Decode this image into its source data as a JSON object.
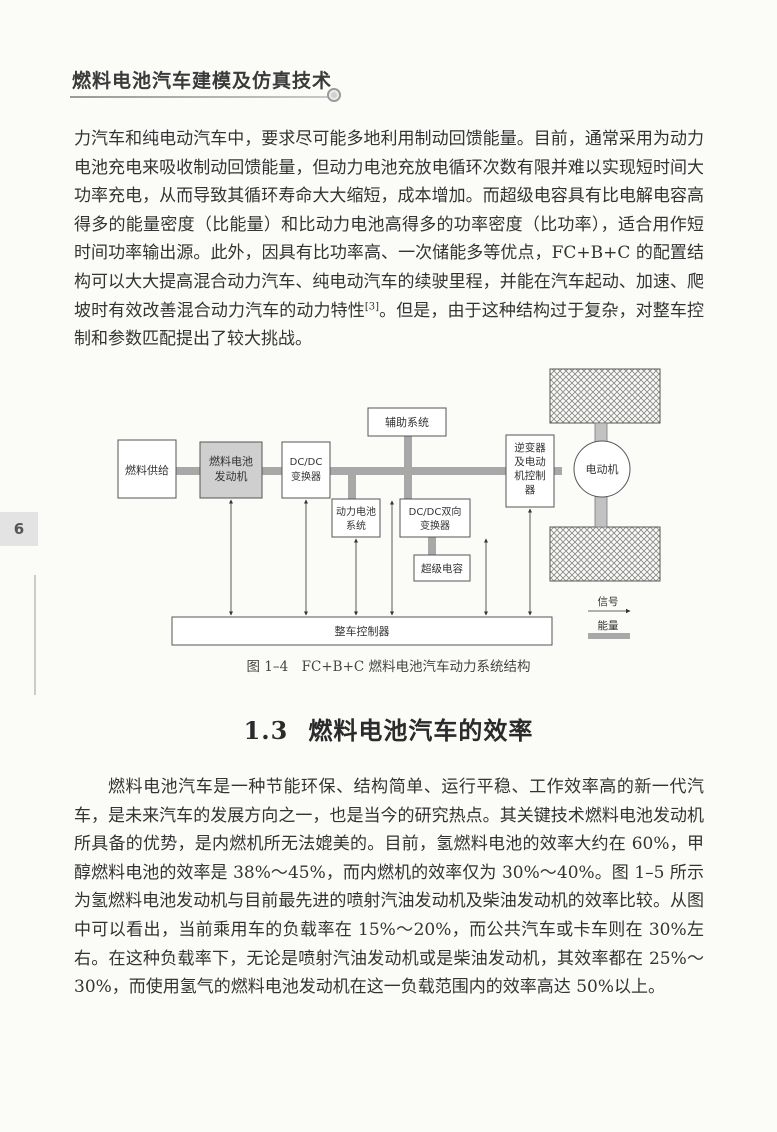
{
  "header": {
    "title": "燃料电池汽车建模及仿真技术"
  },
  "page": {
    "number": "6"
  },
  "paragraphs": {
    "p1": "力汽车和纯电动汽车中，要求尽可能多地利用制动回馈能量。目前，通常采用为动力电池充电来吸收制动回馈能量，但动力电池充放电循环次数有限并难以实现短时间大功率充电，从而导致其循环寿命大大缩短，成本增加。而超级电容具有比电解电容高得多的能量密度（比能量）和比动力电池高得多的功率密度（比功率），适合用作短时间功率输出源。此外，因具有比功率高、一次储能多等优点，FC+B+C 的配置结构可以大大提高混合动力汽车、纯电动汽车的续驶里程，并能在汽车起动、加速、爬坡时有效改善混合动力汽车的动力特性",
    "p1_ref": "[3]",
    "p1_tail": "。但是，由于这种结构过于复杂，对整车控制和参数匹配提出了较大挑战。",
    "p2": "燃料电池汽车是一种节能环保、结构简单、运行平稳、工作效率高的新一代汽车，是未来汽车的发展方向之一，也是当今的研究热点。其关键技术燃料电池发动机所具备的优势，是内燃机所无法媲美的。目前，氢燃料电池的效率大约在 60%，甲醇燃料电池的效率是 38%～45%，而内燃机的效率仅为 30%～40%。图 1–5 所示为氢燃料电池发动机与目前最先进的喷射汽油发动机及柴油发动机的效率比较。从图中可以看出，当前乘用车的负载率在 15%～20%，而公共汽车或卡车则在 30%左右。在这种负载率下，无论是喷射汽油发动机或是柴油发动机，其效率都在 25%～30%，而使用氢气的燃料电池发动机在这一负载范围内的效率高达 50%以上。"
  },
  "figure": {
    "caption": "图 1–4　FC+B+C 燃料电池汽车动力系统结构",
    "boxes": {
      "fuel_supply": "燃料供给",
      "fc_engine_1": "燃料电池",
      "fc_engine_2": "发动机",
      "dcdc_1": "DC/DC",
      "dcdc_2": "变换器",
      "aux": "辅助系统",
      "battery_1": "动力电池",
      "battery_2": "系统",
      "bidir_1": "DC/DC双向",
      "bidir_2": "变换器",
      "supercap": "超级电容",
      "inverter_1": "逆变器",
      "inverter_2": "及电动",
      "inverter_3": "机控制",
      "inverter_4": "器",
      "motor": "电动机",
      "vcu": "整车控制器"
    },
    "legend": {
      "signal": "信号",
      "energy": "能量"
    },
    "colors": {
      "energy_bus": "#a8a8a8",
      "fc_fill": "#cfcfcf",
      "hatch": "#8a8a8a"
    }
  },
  "section": {
    "number": "1.3",
    "title": "燃料电池汽车的效率"
  }
}
